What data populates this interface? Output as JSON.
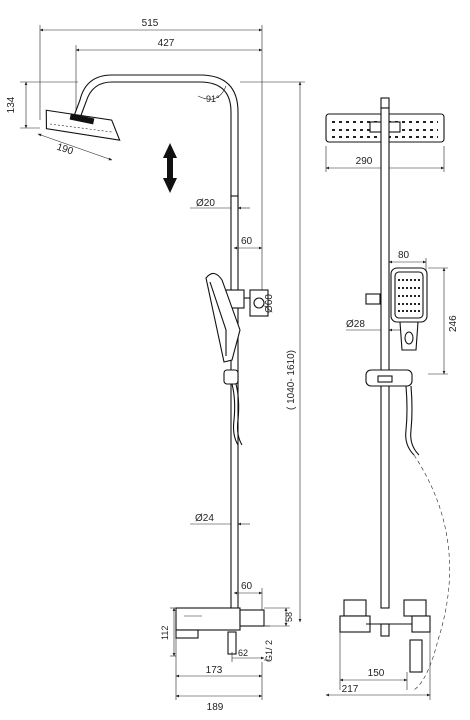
{
  "front_view": {
    "overall_width": "515",
    "arm_reach": "427",
    "head_height": "134",
    "head_diameter": "190",
    "arm_angle": "91°",
    "upper_pipe_diameter": "Ø20",
    "holder_offset": "60",
    "holder_diameter": "Ø60",
    "height_range": "( 1040- 1610)",
    "lower_pipe_diameter": "Ø24",
    "mixer_offset": "60",
    "mixer_height": "112",
    "mixer_top": "58",
    "thread": "G1/ 2",
    "outlet_offset": "62",
    "body_depth": "173",
    "total_depth": "189"
  },
  "side_view": {
    "head_width": "290",
    "hand_shower_width": "80",
    "hand_shower_height": "246",
    "slider_diameter": "Ø28",
    "centre_distance": "150",
    "mixer_width": "217"
  }
}
